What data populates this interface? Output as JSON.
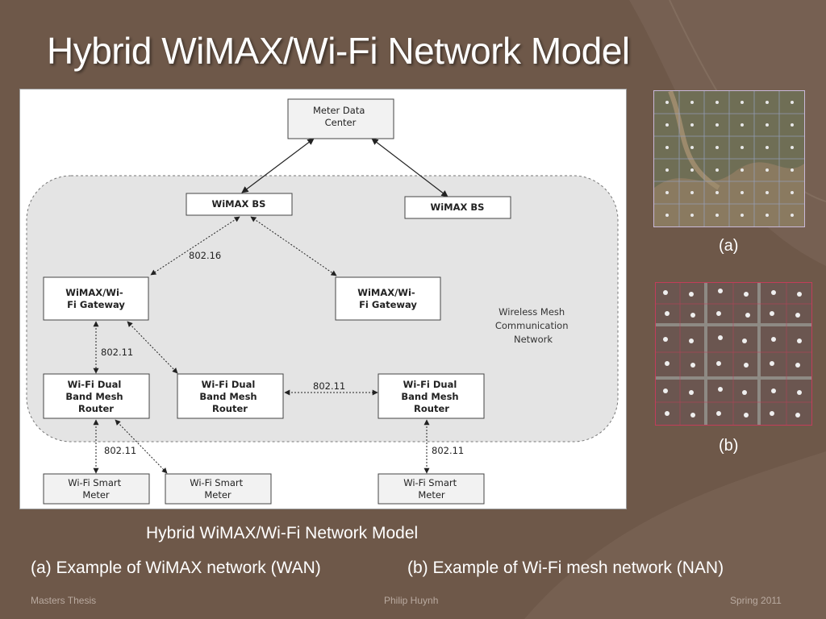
{
  "slide": {
    "title": "Hybrid WiMAX/Wi-Fi Network Model"
  },
  "diagram": {
    "nodes": {
      "meter_data_center": [
        "Meter Data",
        "Center"
      ],
      "wimax_bs_left": [
        "WiMAX BS"
      ],
      "wimax_bs_right": [
        "WiMAX BS"
      ],
      "gateway_left": [
        "WiMAX/Wi-",
        "Fi Gateway"
      ],
      "gateway_right": [
        "WiMAX/Wi-",
        "Fi Gateway"
      ],
      "router_left": [
        "Wi-Fi Dual",
        "Band Mesh",
        "Router"
      ],
      "router_middle": [
        "Wi-Fi Dual",
        "Band Mesh",
        "Router"
      ],
      "router_right": [
        "Wi-Fi Dual",
        "Band Mesh",
        "Router"
      ],
      "meter_left": [
        "Wi-Fi Smart",
        "Meter"
      ],
      "meter_middle": [
        "Wi-Fi Smart",
        "Meter"
      ],
      "meter_right": [
        "Wi-Fi Smart",
        "Meter"
      ]
    },
    "mesh_cloud_label": [
      "Wireless Mesh",
      "Communication",
      "Network"
    ],
    "link_labels": {
      "bs_gateway": "802.16",
      "gateway_router": "802.11",
      "router_router": "802.11",
      "router_meter_left": "802.11",
      "router_meter_right": "802.11"
    },
    "colors": {
      "cloud_fill": "#e4e4e4",
      "box_fill": "#f2f2f2",
      "line": "#222222"
    }
  },
  "photos": {
    "a_label": "(a)",
    "b_label": "(b)"
  },
  "captions": {
    "main": "Hybrid WiMAX/Wi-Fi Network Model",
    "a": "(a) Example of WiMAX network (WAN)",
    "b": "(b) Example of Wi-Fi mesh network (NAN)"
  },
  "footer": {
    "left": "Masters Thesis",
    "center": "Philip Huynh",
    "right": "Spring 2011"
  },
  "theme": {
    "background": "#6e5849",
    "text": "#ffffff"
  }
}
